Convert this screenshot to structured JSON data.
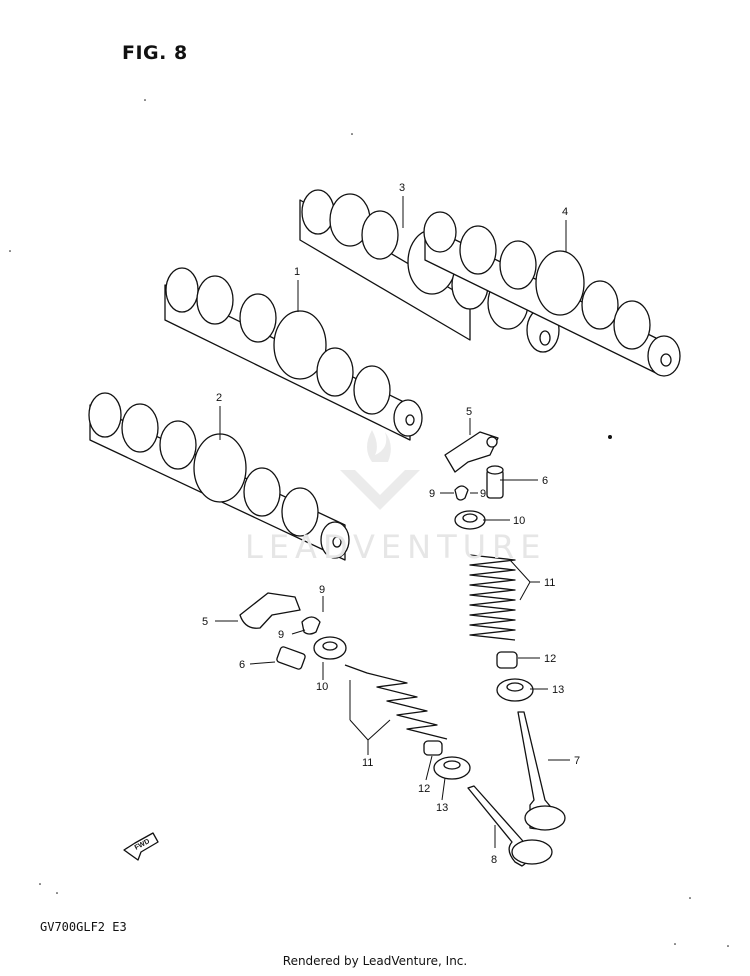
{
  "figure": {
    "title": "FIG. 8"
  },
  "model_code": "GV700GLF2  E3",
  "footer": "Rendered by LeadVenture, Inc.",
  "watermark": "LEADVENTURE",
  "fwd_label": "FWD",
  "callouts": {
    "c1": "1",
    "c2": "2",
    "c3": "3",
    "c4": "4",
    "c5a": "5",
    "c5b": "5",
    "c6a": "6",
    "c6b": "6",
    "c7": "7",
    "c8": "8",
    "c9a": "9",
    "c9b": "9",
    "c9c": "9",
    "c9d": "9",
    "c10a": "10",
    "c10b": "10",
    "c11a": "11",
    "c11b": "11",
    "c12a": "12",
    "c12b": "12",
    "c13a": "13",
    "c13b": "13"
  }
}
